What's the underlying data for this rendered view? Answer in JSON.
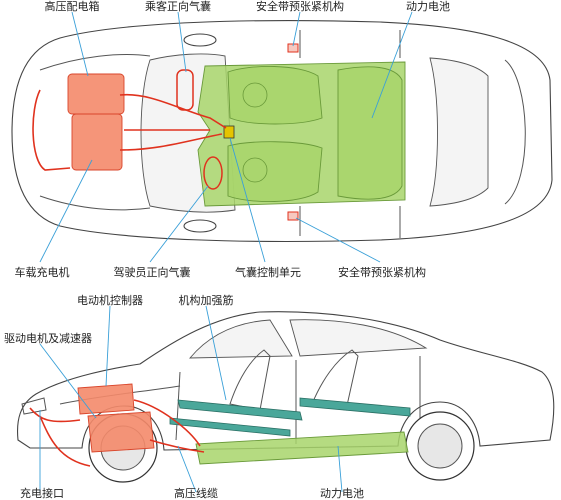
{
  "top_view": {
    "labels": {
      "hv_box": "高压配电箱",
      "passenger_airbag_top": "乘客正向气囊",
      "seatbelt_top": "安全带预张紧机构",
      "battery_top": "动力电池",
      "charger": "车载充电机",
      "driver_airbag": "驾驶员正向气囊",
      "airbag_ecu": "气囊控制单元",
      "seatbelt_bottom": "安全带预张紧机构"
    }
  },
  "side_view": {
    "labels": {
      "motor_controller": "电动机控制器",
      "reinforcement": "机构加强筋",
      "drive_motor": "驱动电机及减速器",
      "charge_port": "充电接口",
      "hv_cable": "高压线缆",
      "battery_side": "动力电池"
    }
  },
  "colors": {
    "battery_green": "#a8d56b",
    "hv_orange": "#f48a6a",
    "hv_red": "#e0321e",
    "reinforcement_teal": "#4aa79a",
    "leader_blue": "#3aa0d8"
  }
}
